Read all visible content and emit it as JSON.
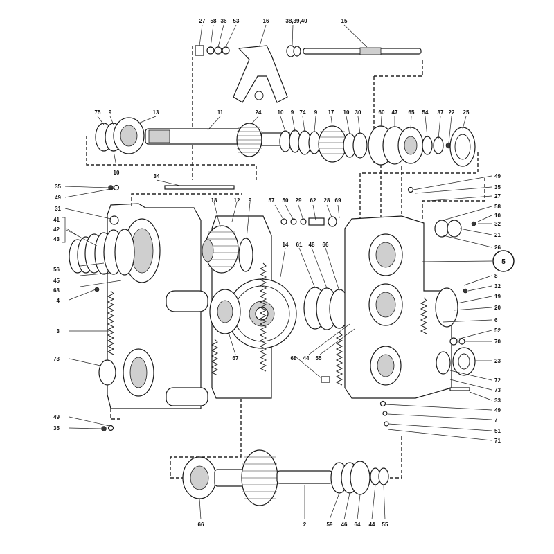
{
  "labels": {
    "c1": "27",
    "c2": "58",
    "c3": "36",
    "c4": "53",
    "c5": "16",
    "c6": "38,39,40",
    "c7": "15",
    "m1": "75",
    "m2": "9",
    "m3": "13",
    "m4": "11",
    "m5": "24",
    "m6": "10",
    "m7": "9",
    "m8": "74",
    "m9": "9",
    "m10": "17",
    "m11": "10",
    "m12": "30",
    "m13": "60",
    "m14": "47",
    "m15": "65",
    "m16": "54",
    "m17": "37",
    "m18": "22",
    "m19": "25",
    "m20": "10",
    "l1": "35",
    "l2": "49",
    "l3": "31",
    "l4": "41",
    "l5": "42",
    "l6": "43",
    "l7": "56",
    "l8": "45",
    "l9": "63",
    "l10": "4",
    "l11": "3",
    "l12": "73",
    "l13": "49",
    "l14": "35",
    "t1": "34",
    "t2": "18",
    "t3": "12",
    "t4": "9",
    "t5": "57",
    "t6": "50",
    "t7": "29",
    "t8": "62",
    "t9": "28",
    "t10": "69",
    "t11": "14",
    "t12": "61",
    "t13": "48",
    "t14": "66",
    "t15": "67",
    "t16": "44",
    "t17": "55",
    "t18": "68",
    "r1": "49",
    "r2": "35",
    "r3": "27",
    "r4": "58",
    "r5": "10",
    "r6": "32",
    "r7": "21",
    "r8": "26",
    "r9": "5",
    "r10": "8",
    "r11": "32",
    "r12": "19",
    "r13": "20",
    "r14": "6",
    "r15": "52",
    "r16": "70",
    "r17": "23",
    "r18": "72",
    "r19": "73",
    "r20": "33",
    "r21": "49",
    "r22": "7",
    "r23": "51",
    "r24": "71",
    "b1": "66",
    "b2": "2",
    "b3": "59",
    "b4": "46",
    "b5": "64",
    "b6": "44",
    "b7": "55"
  },
  "icons": {
    "top_assembly": "shift-fork-shaft-icon",
    "main_shaft": "main-shaft-icon",
    "left_housing": "left-housing-icon",
    "center_gears": "gear-cluster-icon",
    "right_housing": "right-housing-icon",
    "bottom_shaft": "output-shaft-icon"
  }
}
